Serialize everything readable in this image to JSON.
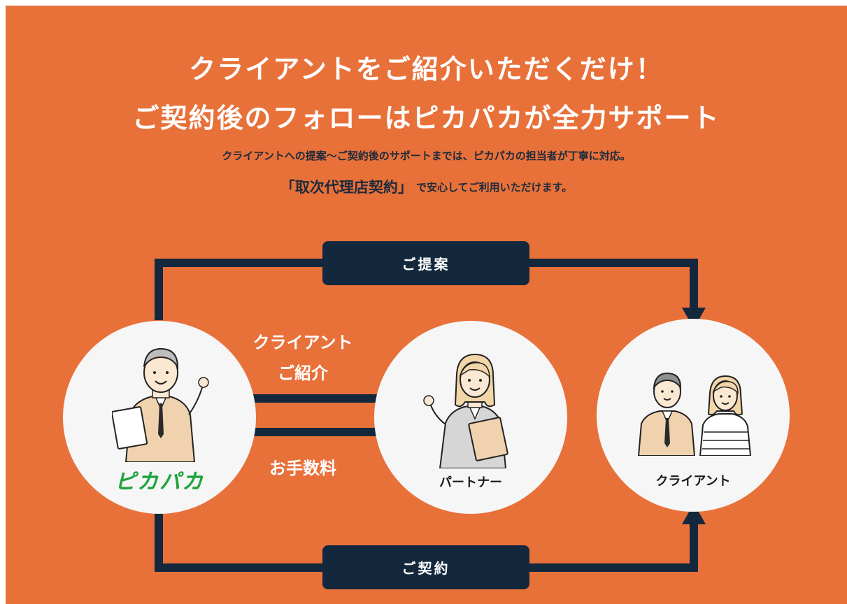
{
  "headline": {
    "line1": "クライアントをご紹介いただくだけ！",
    "line2": "ご契約後のフォローはピカパカが全力サポート"
  },
  "subtext": {
    "line1": "クライアントへの提案〜ご契約後のサポートまでは、ピカパカの担当者が丁寧に対応。",
    "emphasis": "「取次代理店契約」",
    "line2_rest": "で安心してご利用いただけます。"
  },
  "flow": {
    "proposal_label": "ご提案",
    "contract_label": "ご契約",
    "referral_line1": "クライアント",
    "referral_line2": "ご紹介",
    "fee_label": "お手数料"
  },
  "parties": {
    "company_logo": "ピカパカ",
    "partner": "パートナー",
    "client": "クライアント"
  },
  "colors": {
    "background": "#e8713a",
    "navy": "#14283d",
    "circle": "#f6f6f6",
    "logo_green": "#1fa33b",
    "suit_beige": "#f0d2ae",
    "suit_gray": "#d6d6d6"
  }
}
